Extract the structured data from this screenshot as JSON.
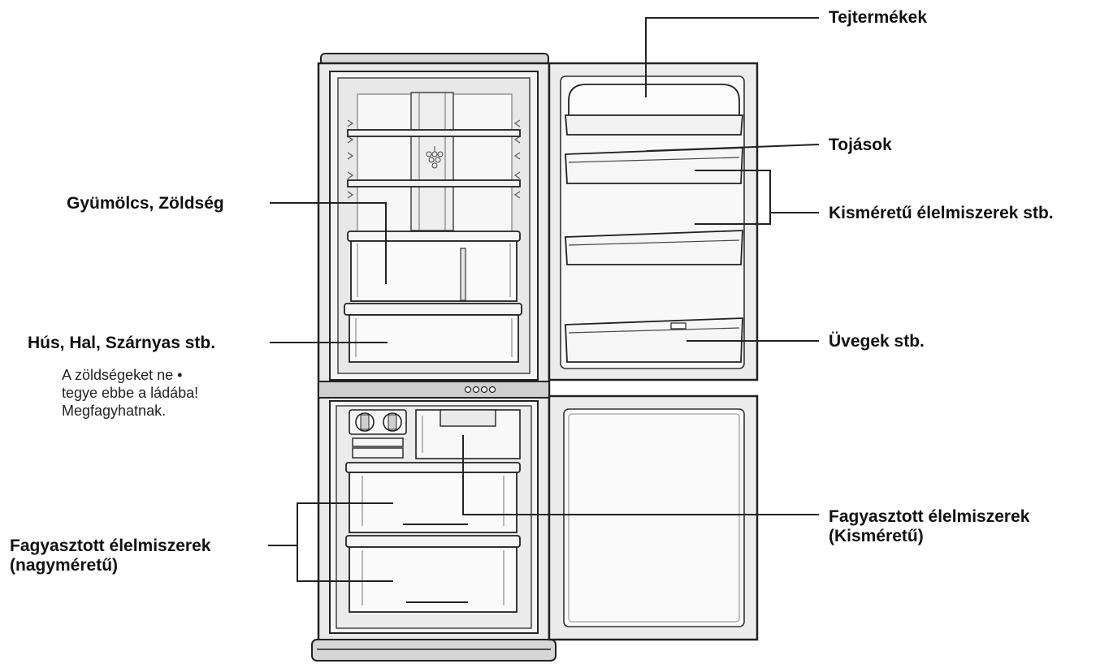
{
  "labels": {
    "dairy": "Tejtermékek",
    "eggs": "Tojások",
    "small_foods": "Kisméretű élelmiszerek stb.",
    "bottles": "Üvegek stb.",
    "fruit_veg": "Gyümölcs, Zöldség",
    "meat_fish": "Hús, Hal, Szárnyas stb.",
    "note_line_1": "A zöldségeket ne •",
    "note_line_2": "tegye ebbe a ládába!",
    "note_line_3": "Megfagyhatnak.",
    "frozen_large_line_1": "Fagyasztott élelmiszerek",
    "frozen_large_line_2": "(nagyméretű)",
    "frozen_small_line_1": "Fagyasztott élelmiszerek",
    "frozen_small_line_2": "(Kisméretű)"
  },
  "colors": {
    "outline": "#222222",
    "body_fill": "#e9e9e9",
    "interior_fill": "#f4f4f4",
    "light_fill": "#fbfbfb"
  }
}
